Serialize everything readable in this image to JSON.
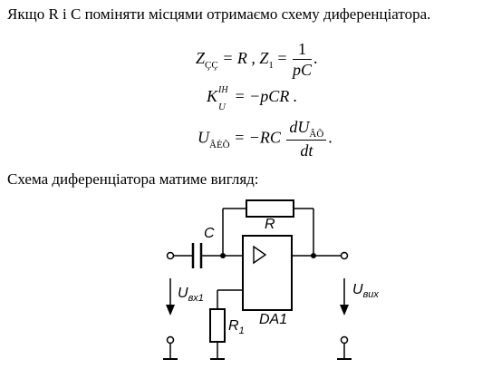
{
  "intro_text": "Якщо R і C поміняти місцями отримаємо схему диференціатора.",
  "formulas": {
    "f1_Z_label": "Z",
    "f1_Z_sub": "ÇÇ",
    "f1_eq_R": "= R ,",
    "f1_Z1": "Z",
    "f1_Z1_sub": "1",
    "f1_eq": "=",
    "f1_num": "1",
    "f1_den": "pC",
    "f1_end": ".",
    "f2_K": "K",
    "f2_sup": "ІН",
    "f2_sub": "U",
    "f2_rest": "= −pCR .",
    "f3_U": "U",
    "f3_sub": "ÂÈÕ",
    "f3_eq": "= −RC",
    "f3_num_d": "dU",
    "f3_num_sub": "ÂÕ",
    "f3_den": "dt",
    "f3_end": "."
  },
  "schema_title": "Схема диференціатора матиме вигляд:",
  "circuit": {
    "label_R": "R",
    "label_C": "C",
    "label_R1": "R",
    "label_R1_sub": "1",
    "label_DA1": "DA1",
    "opamp_symbol": "triangle-play-icon",
    "u_in_main": "U",
    "u_in_sub": "вх1",
    "u_out_main": "U",
    "u_out_sub": "вих"
  }
}
